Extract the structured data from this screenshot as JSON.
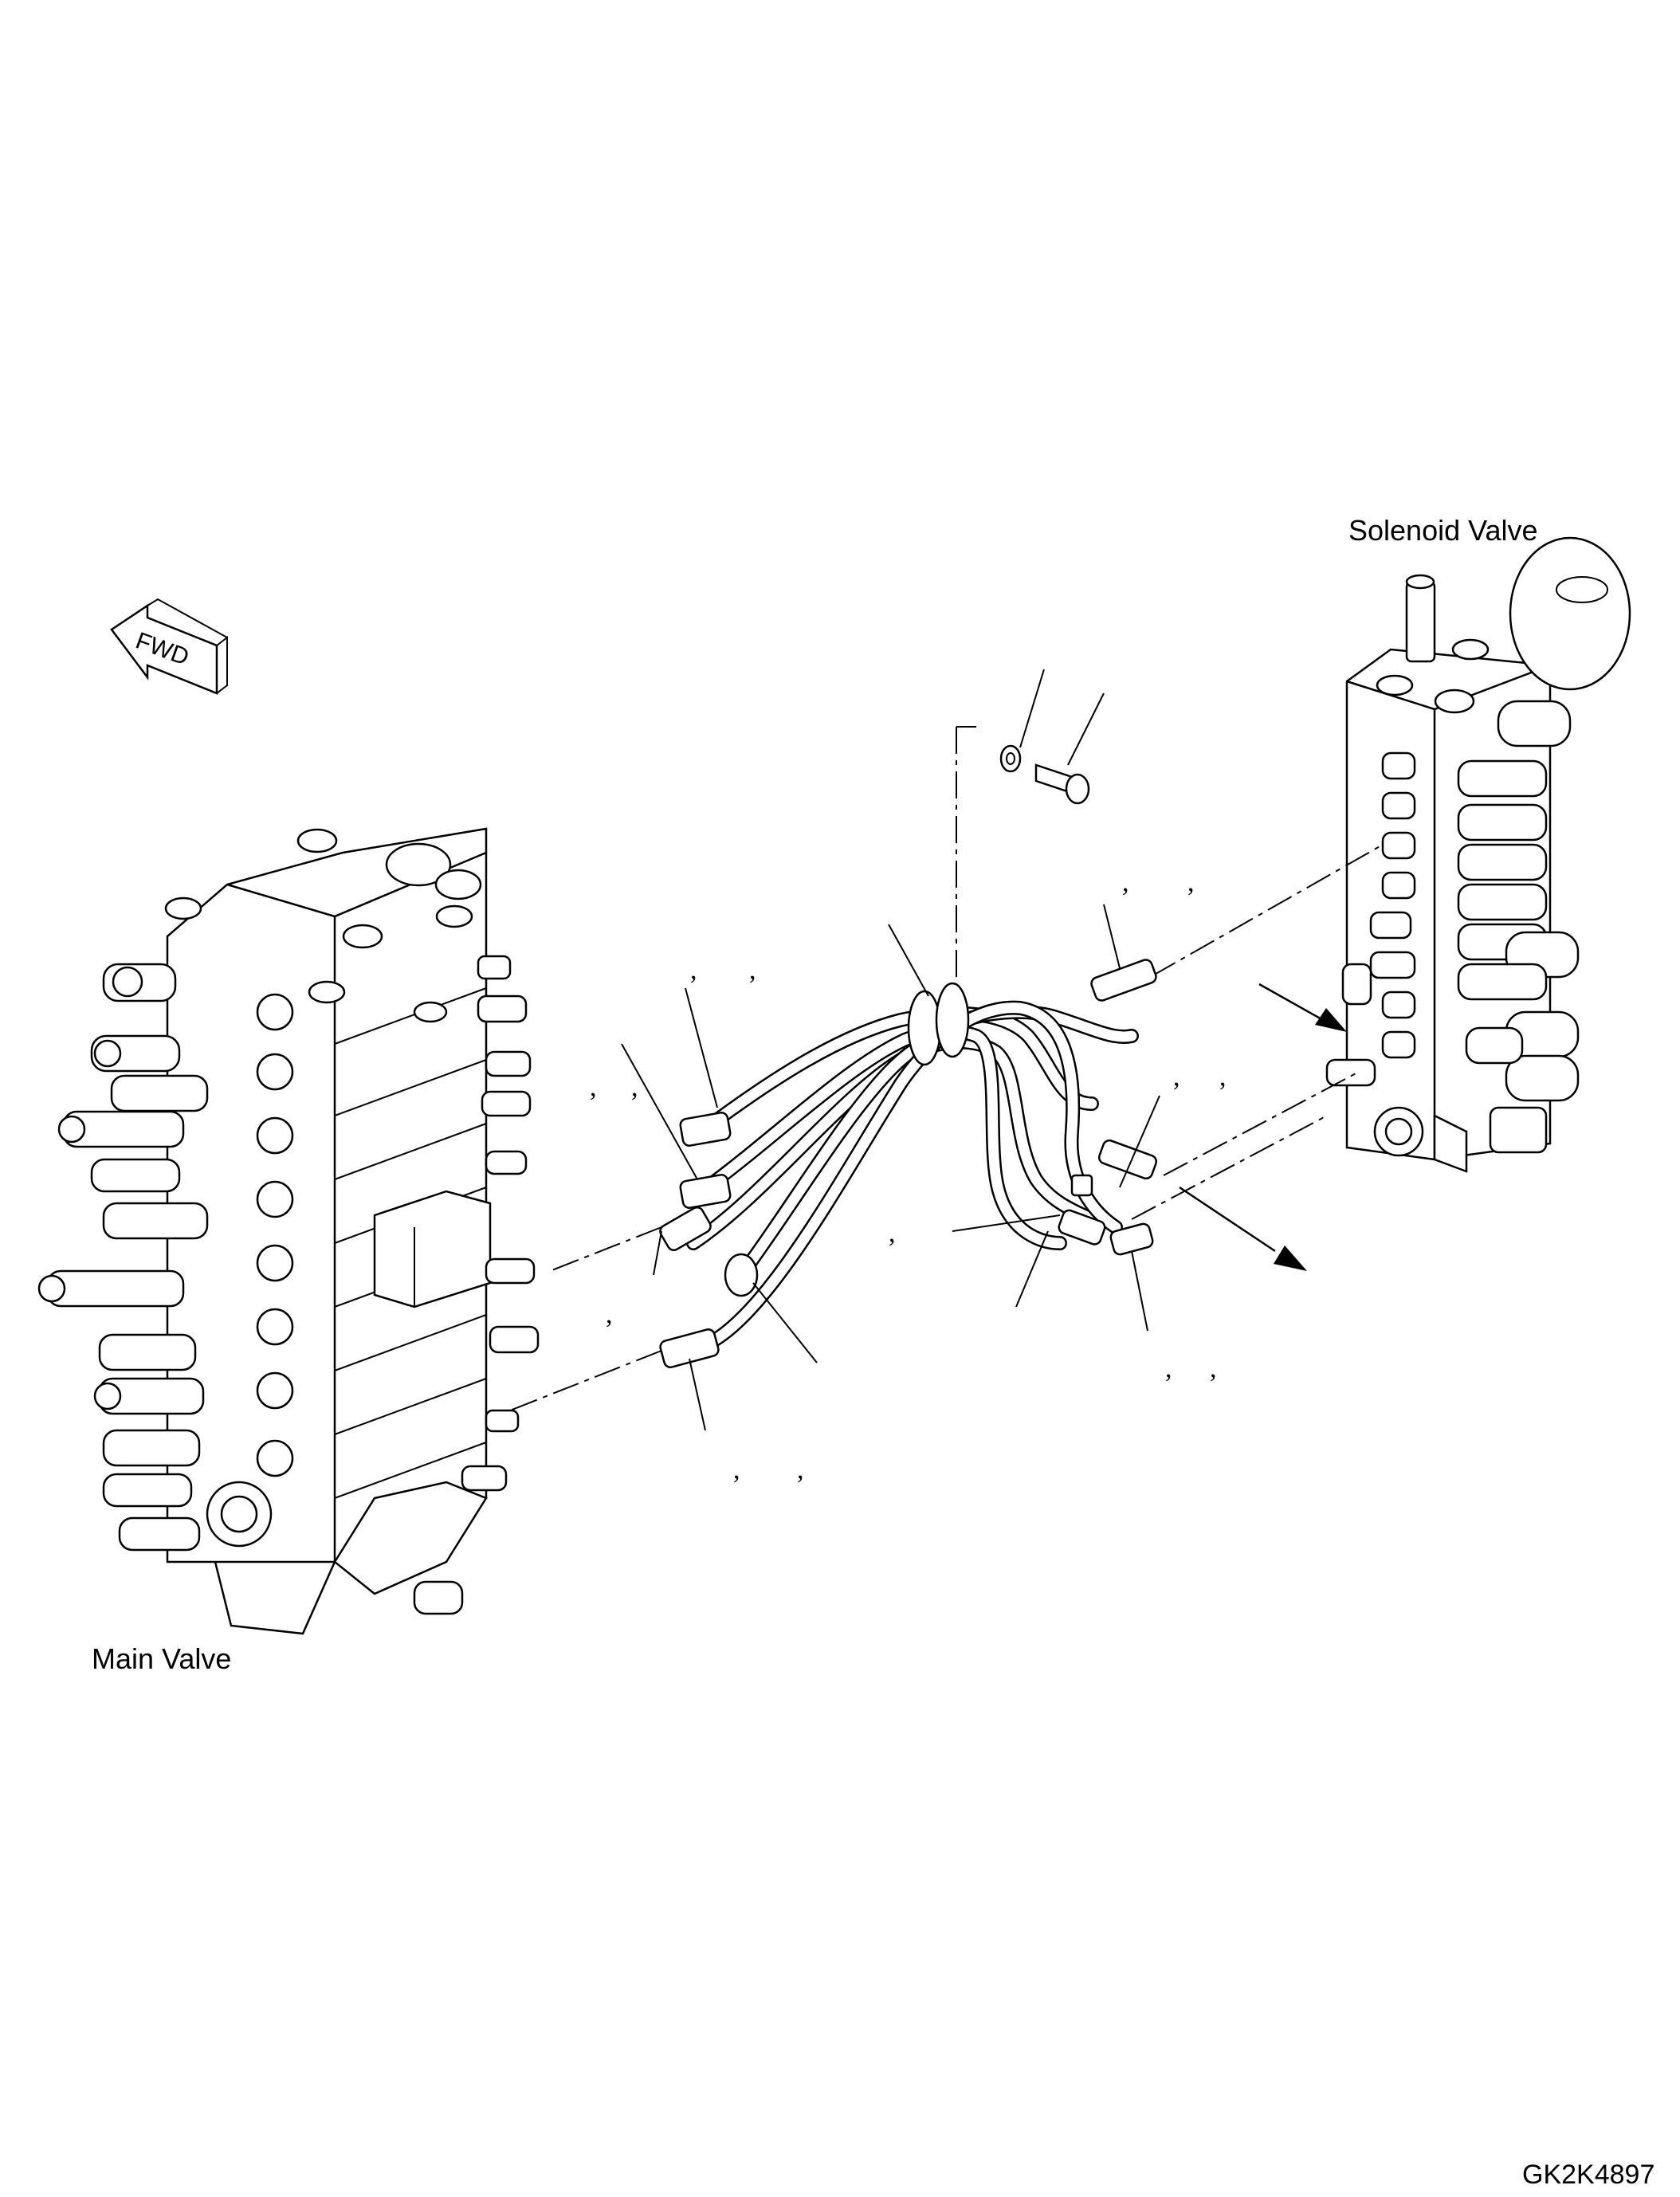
{
  "labels": {
    "solenoid_valve": "Solenoid Valve",
    "main_valve": "Main Valve",
    "fwd": "FWD",
    "drawing_code": "GK2K4897"
  },
  "callout_commas": [
    ",",
    ",",
    ",",
    ",",
    ",",
    ",",
    ",",
    ",",
    ",",
    ",",
    ",",
    ",",
    ",",
    ",",
    ",",
    ","
  ],
  "icons": {
    "forward_arrow": "fwd-arrow-icon"
  }
}
